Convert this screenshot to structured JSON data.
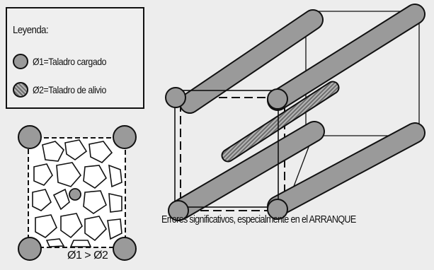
{
  "legend": {
    "title": "Leyenda:",
    "items": [
      {
        "symbol": "loaded-hole-icon",
        "label": "Ø1=Taladro cargado"
      },
      {
        "symbol": "relief-hole-icon",
        "label": "Ø2=Taladro de alivio"
      }
    ]
  },
  "caption": "Errores significativos, especialmente en el ARRANQUE",
  "relation": "Ø1 > Ø2",
  "colors": {
    "background": "#ededed",
    "cylinder": "#9a9a9a",
    "outline": "#111111"
  }
}
